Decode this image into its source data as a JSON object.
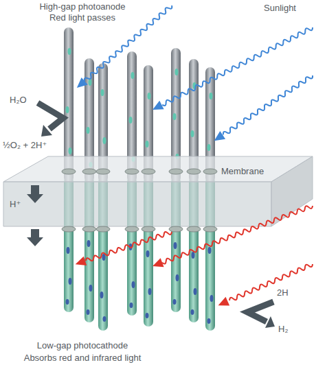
{
  "diagram": {
    "nodes": [
      {
        "text": [
          "Membrane"
        ]
      }
    ],
    "labels": [
      "High-gap photoanode",
      "Red light passes",
      "Sunlight",
      "H₂O",
      "½O₂ + 2H⁺",
      "H⁺",
      "2H",
      "H₂",
      "Low-gap photocathode",
      "Absorbs red and infrared light"
    ]
  }
}
